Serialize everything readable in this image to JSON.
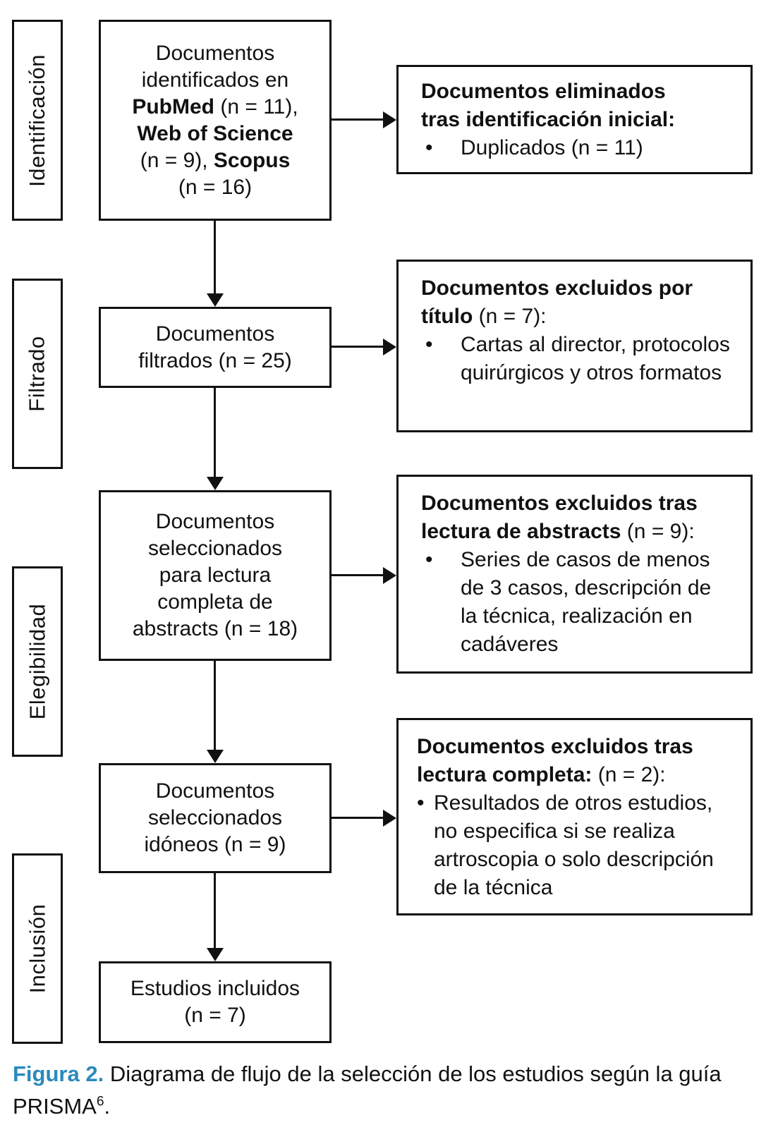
{
  "accent_color": "#2a8abc",
  "stages": [
    {
      "label": "Identificación"
    },
    {
      "label": "Filtrado"
    },
    {
      "label": "Elegibilidad"
    },
    {
      "label": "Inclusión"
    }
  ],
  "main_boxes": [
    {
      "lines": [
        [
          {
            "t": "Documentos"
          }
        ],
        [
          {
            "t": "identificados en"
          }
        ],
        [
          {
            "t": "PubMed",
            "b": true
          },
          {
            "t": " (n = 11),"
          }
        ],
        [
          {
            "t": "Web of Science",
            "b": true
          }
        ],
        [
          {
            "t": "(n = 9), "
          },
          {
            "t": "Scopus",
            "b": true
          }
        ],
        [
          {
            "t": "(n = 16)"
          }
        ]
      ]
    },
    {
      "lines": [
        [
          {
            "t": "Documentos"
          }
        ],
        [
          {
            "t": "filtrados (n = 25)"
          }
        ]
      ]
    },
    {
      "lines": [
        [
          {
            "t": "Documentos"
          }
        ],
        [
          {
            "t": "seleccionados"
          }
        ],
        [
          {
            "t": "para lectura"
          }
        ],
        [
          {
            "t": "completa de"
          }
        ],
        [
          {
            "t": "abstracts (n = 18)"
          }
        ]
      ]
    },
    {
      "lines": [
        [
          {
            "t": "Documentos"
          }
        ],
        [
          {
            "t": "seleccionados"
          }
        ],
        [
          {
            "t": "idóneos (n = 9)"
          }
        ]
      ]
    },
    {
      "lines": [
        [
          {
            "t": "Estudios incluidos"
          }
        ],
        [
          {
            "t": "(n = 7)"
          }
        ]
      ]
    }
  ],
  "exclusion_boxes": [
    {
      "heading": [
        {
          "t": "Documentos eliminados tras identificación inicial:",
          "b": true
        }
      ],
      "bullets": [
        [
          {
            "t": "Duplicados (n = 11)"
          }
        ]
      ]
    },
    {
      "heading": [
        {
          "t": "Documentos excluidos por título",
          "b": true
        },
        {
          "t": " (n = 7):"
        }
      ],
      "bullets": [
        [
          {
            "t": "Cartas al director, protocolos quirúrgicos y otros formatos"
          }
        ]
      ]
    },
    {
      "heading": [
        {
          "t": "Documentos excluidos tras lectura de abstracts",
          "b": true
        },
        {
          "t": " (n = 9):"
        }
      ],
      "bullets": [
        [
          {
            "t": "Series de casos de menos de 3 casos, descripción de la técnica, realización en cadáveres"
          }
        ]
      ]
    },
    {
      "heading": [
        {
          "t": "Documentos excluidos tras lectura completa:",
          "b": true
        },
        {
          "t": " (n = 2):"
        }
      ],
      "bullets": [
        [
          {
            "t": "Resultados de otros estudios, no especifica si se realiza artroscopia o solo descripción de la técnica"
          }
        ]
      ]
    }
  ],
  "caption": [
    {
      "t": "Figura 2.",
      "b": true,
      "accent": true
    },
    {
      "t": " Diagrama de flujo de la selección de los estudios según la guía PRISMA"
    },
    {
      "t": "6",
      "sup": true
    },
    {
      "t": "."
    }
  ]
}
